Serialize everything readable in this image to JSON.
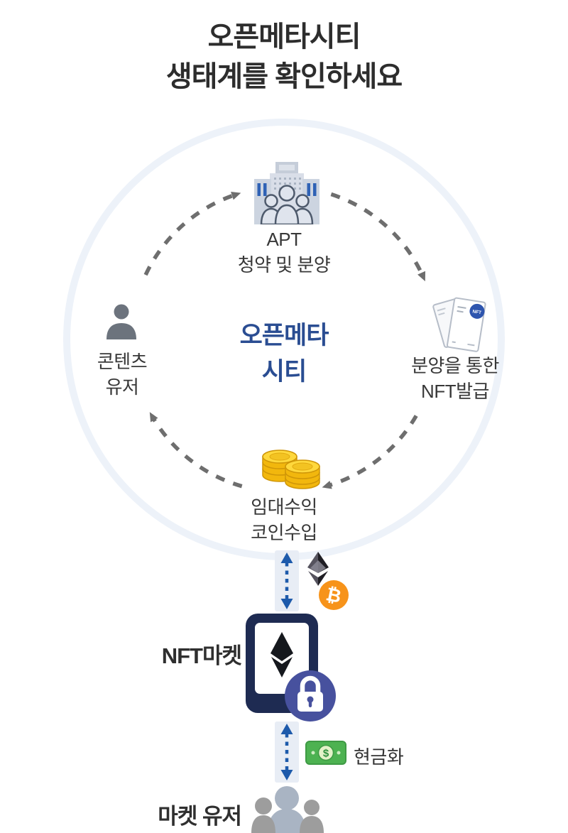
{
  "title": {
    "line1": "오픈메타시티",
    "line2": "생태계를 확인하세요"
  },
  "cycle": {
    "center_line1": "오픈메타",
    "center_line2": "시티",
    "apt_line1": "APT",
    "apt_line2": "청약 및 분양",
    "content_user_line1": "콘텐츠",
    "content_user_line2": "유저",
    "nft_line1": "분양을 통한",
    "nft_line2": "NFT발급",
    "income_line1": "임대수익",
    "income_line2": "코인수입"
  },
  "market": {
    "label": "NFT마켓"
  },
  "cashout": {
    "label": "현금화"
  },
  "market_user": {
    "label": "마켓 유저"
  },
  "icons": {
    "nft_badge": "NFT",
    "bitcoin_glyph": "₿",
    "dollar_glyph": "$"
  },
  "colors": {
    "center_blue": "#2a4d92",
    "arrow_blue": "#1d5aab",
    "dash_grey": "#6e6e6e",
    "ring_blue": "#edf2f9",
    "bitcoin_orange": "#f7931a",
    "lock_badge_indigo": "#47519e",
    "tablet_navy": "#1e2b52",
    "money_green": "#4db251",
    "coin_gold": "#f2b70d",
    "building_grey": "#ccd4e0",
    "window_blue": "#2f62b5"
  }
}
